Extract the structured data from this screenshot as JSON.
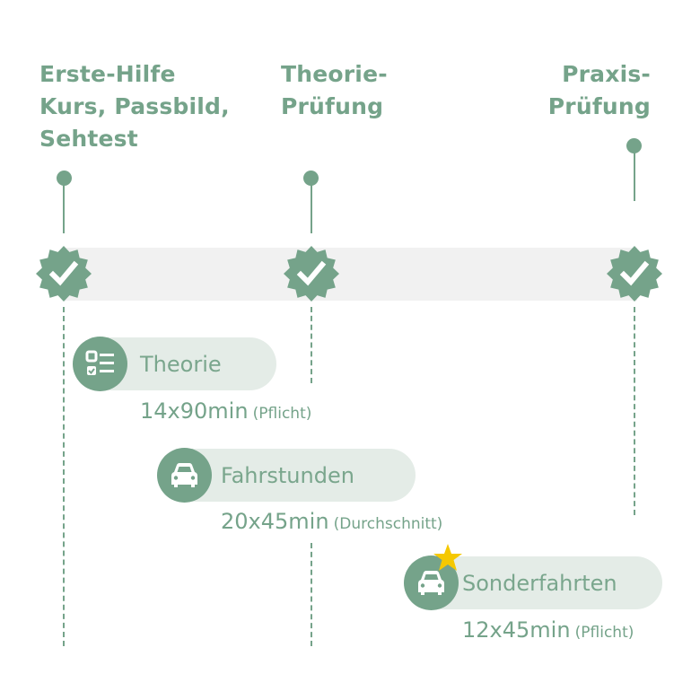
{
  "milestones": [
    {
      "title": "Erste-Hilfe\nKurs, Passbild,\nSehtest",
      "status": "completed",
      "icon": "check-badge-icon"
    },
    {
      "title": "Theorie-\nPrüfung",
      "status": "completed",
      "icon": "check-badge-icon"
    },
    {
      "title": "Praxis-\nPrüfung",
      "status": "completed",
      "icon": "check-badge-icon"
    }
  ],
  "phases": [
    {
      "label": "Theorie",
      "icon": "checklist-icon",
      "duration": "14x90min",
      "note": "(Pflicht)"
    },
    {
      "label": "Fahrstunden",
      "icon": "car-icon",
      "duration": "20x45min",
      "note": "(Durchschnitt)"
    },
    {
      "label": "Sonderfahrten",
      "icon": "car-icon",
      "badge_icon": "star-icon",
      "duration": "12x45min",
      "note": "(Pflicht)"
    }
  ],
  "colors": {
    "primary": "#75a38a",
    "pill_background": "#e4ece7",
    "track_background": "#f1f1f1",
    "star": "#f5c800"
  }
}
